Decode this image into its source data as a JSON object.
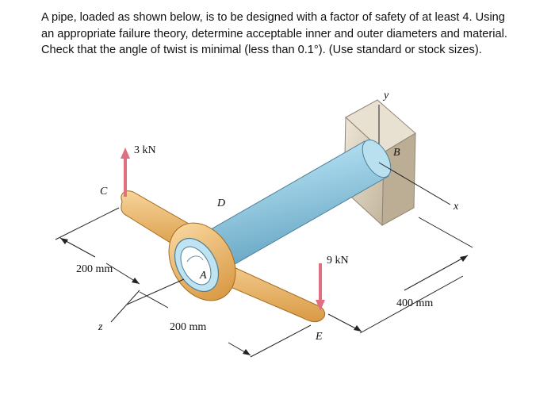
{
  "problem_text": "A pipe, loaded as shown below, is to be designed with a factor of safety of at least 4. Using an appropriate failure theory, determine acceptable inner and outer diameters and material. Check that the angle of twist is minimal (less than 0.1°). (Use standard or stock sizes).",
  "figure": {
    "force_c": "3 kN",
    "force_e": "9 kN",
    "point_a": "A",
    "point_b": "B",
    "point_c": "C",
    "point_d": "D",
    "point_e": "E",
    "axis_x": "x",
    "axis_y": "y",
    "axis_z": "z",
    "dim_left": "200 mm",
    "dim_bottom": "200 mm",
    "dim_right": "400 mm"
  },
  "colors": {
    "pipe": "#9fd0e4",
    "arm": "#e9b05c",
    "wall": "#d7ccb8",
    "force_arrow": "#e0707f"
  }
}
